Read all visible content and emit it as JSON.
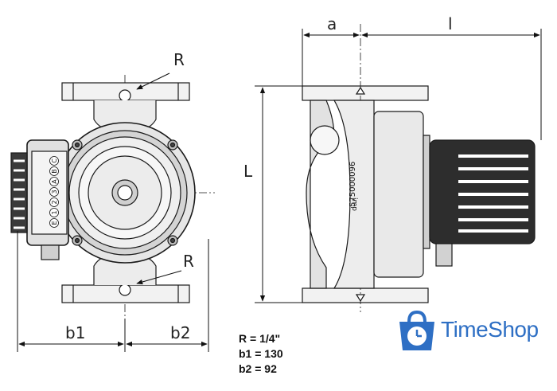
{
  "labels": {
    "R_top": "R",
    "R_bottom": "R",
    "b1": "b1",
    "b2": "b2",
    "a": "a",
    "l": "l",
    "L": "L",
    "imp": "imp",
    "serial": "575000096"
  },
  "terminal_block": [
    "E",
    "1",
    "2",
    "3",
    "A",
    "B",
    "C"
  ],
  "specs": [
    {
      "label": "R = 1/4\""
    },
    {
      "label": "b1 = 130"
    },
    {
      "label": "b2 = 92"
    }
  ],
  "brand": {
    "name": "TimeShop",
    "accent": "#2e6fc4"
  },
  "colors": {
    "line": "#1a1a1a",
    "fill": "#d9d9d9",
    "dark": "#333333"
  }
}
